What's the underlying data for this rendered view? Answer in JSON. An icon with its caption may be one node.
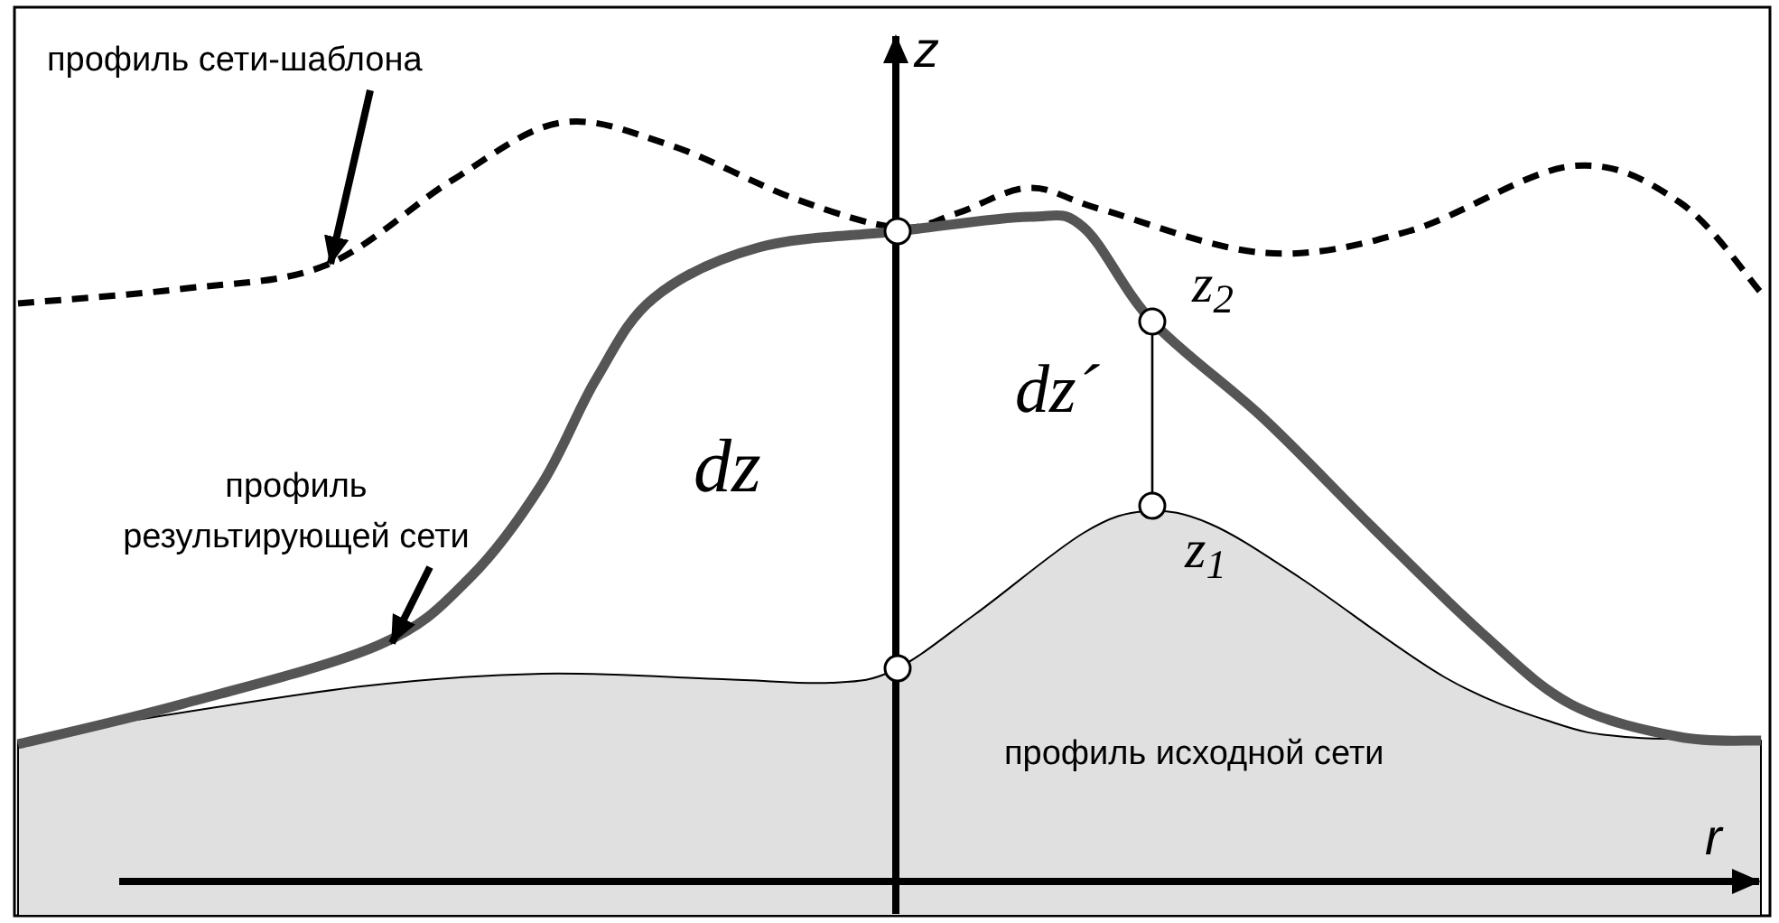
{
  "diagram": {
    "nodes": [
      {
        "text": [
          "профиль сети-шаблона"
        ]
      },
      {
        "text": [
          "профиль результирующей сети"
        ]
      },
      {
        "text": [],
        "shape": "circle"
      },
      {
        "text": [],
        "shape": "circle"
      },
      {
        "text": [],
        "shape": "circle",
        "beside": [
          "z$_{2}$"
        ]
      },
      {
        "text": [],
        "shape": "circle",
        "beside": [
          "z$_{1}$"
        ]
      }
    ],
    "edges": [
      {
        "from": 0,
        "to": null,
        "arrow": "to"
      },
      {
        "from": 1,
        "to": null,
        "arrow": "to"
      },
      {
        "from": 4,
        "to": 5,
        "arrow": "none",
        "label": "dz´"
      }
    ],
    "labels": [
      "z",
      "dz",
      "профиль исходной сети",
      "r"
    ]
  }
}
